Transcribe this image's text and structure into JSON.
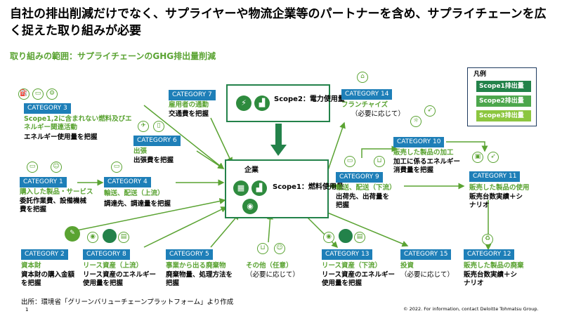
{
  "title": "自社の排出削減だけでなく、サプライヤーや物流企業等のパートナーを含め、サプライチェーンを広く捉えた取り組みが必要",
  "subtitle": "取り組みの範囲：サプライチェーンのGHG排出量削減",
  "center": {
    "label": "企業",
    "scope1": "Scope1：燃料使用量"
  },
  "scope2": {
    "label": "Scope2：電力使用量"
  },
  "legend": {
    "title": "凡例",
    "items": [
      "Scope1排出量",
      "Scope2排出量",
      "Scope3排出量"
    ]
  },
  "colors": {
    "scope1": "#23824a",
    "scope2": "#4ca64c",
    "scope3": "#8cc63f",
    "category": "#1e7fb8",
    "green_text": "#5aa332"
  },
  "categories": {
    "c1": {
      "tag": "CATEGORY 1",
      "title": "購入した製品・サービス",
      "desc": "委託作業費、設備機械費を把握"
    },
    "c2": {
      "tag": "CATEGORY 2",
      "title": "資本財",
      "desc": "資本財の購入金額を把握"
    },
    "c3": {
      "tag": "CATEGORY 3",
      "title": "Scope1,2に含まれない燃料及びエネルギー関連活動",
      "desc": "エネルギー使用量を把握"
    },
    "c4": {
      "tag": "CATEGORY 4",
      "title": "輸送、配送（上流）",
      "desc": "調達先、調達量を把握"
    },
    "c5": {
      "tag": "CATEGORY 5",
      "title": "事業から出る廃棄物",
      "desc": "廃棄物量、処理方法を把握"
    },
    "c6": {
      "tag": "CATEGORY 6",
      "title": "出張",
      "desc": "出張費を把握"
    },
    "c7": {
      "tag": "CATEGORY 7",
      "title": "雇用者の通勤",
      "desc": "交通費を把握"
    },
    "c8": {
      "tag": "CATEGORY 8",
      "title": "リース資産（上流）",
      "desc": "リース資産のエネルギー使用量を把握"
    },
    "c9": {
      "tag": "CATEGORY 9",
      "title": "輸送、配送（下流）",
      "desc": "出荷先、出荷量を把握"
    },
    "c10": {
      "tag": "CATEGORY 10",
      "title": "販売した製品の加工",
      "desc": "加工に係るエネルギー消費量を把握"
    },
    "c11": {
      "tag": "CATEGORY 11",
      "title": "販売した製品の使用",
      "desc": "販売台数実績＋シナリオ"
    },
    "c12": {
      "tag": "CATEGORY 12",
      "title": "販売した製品の廃棄",
      "desc": "販売台数実績＋シナリオ"
    },
    "c13": {
      "tag": "CATEGORY 13",
      "title": "リース資産（下流）",
      "desc": "リース資産のエネルギー使用量を把握"
    },
    "c14": {
      "tag": "CATEGORY 14",
      "title": "フランチャイズ",
      "desc": "（必要に応じて）"
    },
    "c15": {
      "tag": "CATEGORY 15",
      "title": "投資",
      "desc": "（必要に応じて）"
    },
    "other": {
      "title": "その他（任意）",
      "desc": "（必要に応じて）"
    }
  },
  "footer": {
    "source": "出所：環境省「グリーンバリューチェーンプラットフォーム」より作成",
    "page": "1",
    "copyright": "© 2022. For information, contact Deloitte Tohmatsu Group."
  }
}
